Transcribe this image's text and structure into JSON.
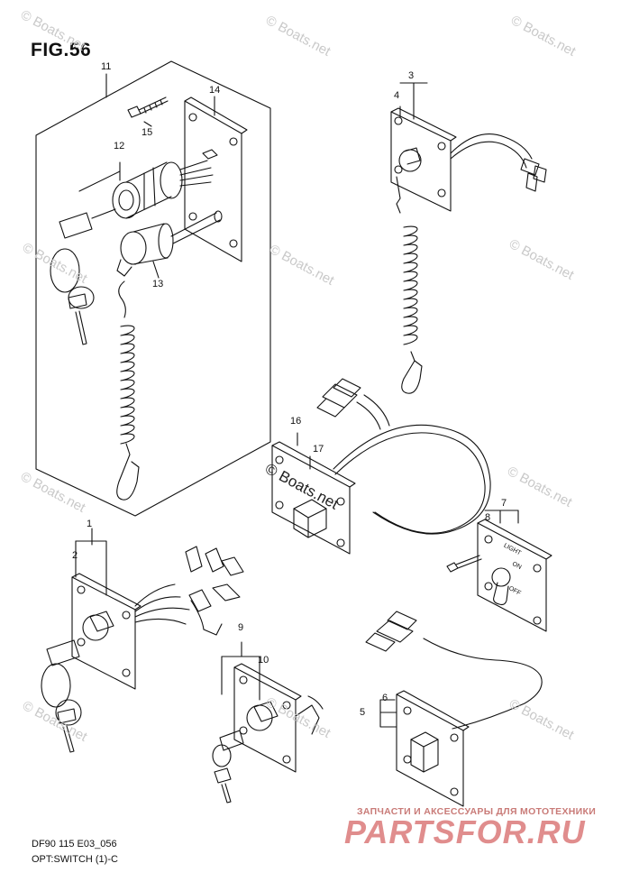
{
  "figure": {
    "title": "FIG.56",
    "model_code": "DF90 115 E03_056",
    "caption": "OPT:SWITCH (1)-C"
  },
  "callouts": [
    "11",
    "14",
    "15",
    "12",
    "13",
    "3",
    "4",
    "16",
    "17",
    "1",
    "2",
    "7",
    "8",
    "9",
    "10",
    "5",
    "6"
  ],
  "switch_panel": {
    "light": "LIGHT",
    "on": "ON",
    "off": "OFF"
  },
  "watermark": {
    "text": "© Boats.net"
  },
  "promo": {
    "tagline": "ЗАПЧАСТИ И АКСЕССУАРЫ ДЛЯ МОТОТЕХНИКИ",
    "logo": "PARTSFOR.RU"
  }
}
